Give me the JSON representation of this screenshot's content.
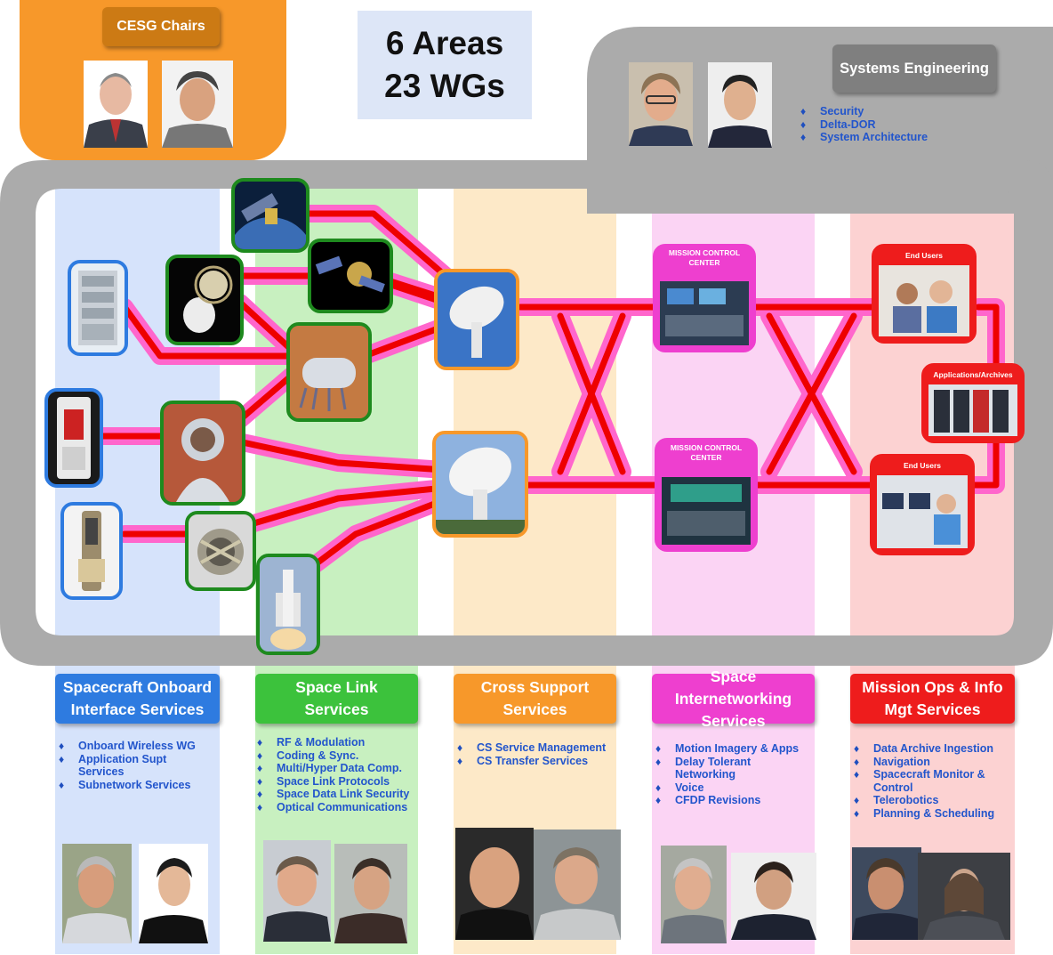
{
  "chairs": {
    "title": "CESG Chairs"
  },
  "summary": {
    "line1": "6 Areas",
    "line2": "23 WGs"
  },
  "systems_engineering": {
    "title": "Systems Engineering",
    "items": [
      "Security",
      "Delta-DOR",
      "System Architecture"
    ]
  },
  "network": {
    "mcc_top": "MISSION CONTROL CENTER",
    "mcc_bottom": "MISSION CONTROL CENTER",
    "end_users_top": "End Users",
    "apps_archives": "Applications/Archives",
    "end_users_bottom": "End Users"
  },
  "areas": [
    {
      "title": "Spacecraft Onboard Interface Services",
      "color": "#2e7be0",
      "items": [
        "Onboard Wireless WG",
        "Application Supt Services",
        "Subnetwork Services"
      ]
    },
    {
      "title": "Space Link Services",
      "color": "#3cc23c",
      "items": [
        "RF & Modulation",
        "Coding & Sync.",
        "Multi/Hyper Data Comp.",
        "Space Link Protocols",
        "Space Data Link Security",
        "Optical Communications"
      ]
    },
    {
      "title": "Cross Support Services",
      "color": "#f7982a",
      "items": [
        "CS Service Management",
        "CS Transfer Services"
      ]
    },
    {
      "title": "Space Internetworking Services",
      "color": "#ee3fcf",
      "items": [
        "Motion Imagery & Apps",
        "Delay Tolerant Networking",
        "Voice",
        "CFDP Revisions"
      ]
    },
    {
      "title": "Mission Ops & Info Mgt Services",
      "color": "#ee1c1c",
      "items": [
        "Data Archive Ingestion",
        "Navigation",
        "Spacecraft Monitor & Control",
        "Telerobotics",
        "Planning & Scheduling"
      ]
    }
  ]
}
